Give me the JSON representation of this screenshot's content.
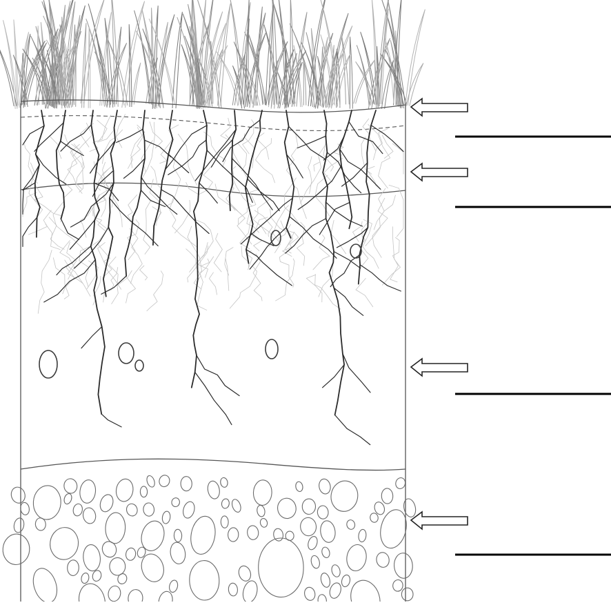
{
  "diagram": {
    "kind": "soil-profile",
    "horizons": [
      {
        "id": "O",
        "label": ""
      },
      {
        "id": "A",
        "label": ""
      },
      {
        "id": "B",
        "label": ""
      },
      {
        "id": "C",
        "label": ""
      }
    ],
    "colors": {
      "outline": "#555555",
      "grass": "#9a9a9a",
      "roots": "#2b2b2b",
      "fine_roots": "#bdbdbd",
      "stones": "#6a6a6a",
      "arrow": "#222222",
      "answer_line": "#000000"
    }
  }
}
